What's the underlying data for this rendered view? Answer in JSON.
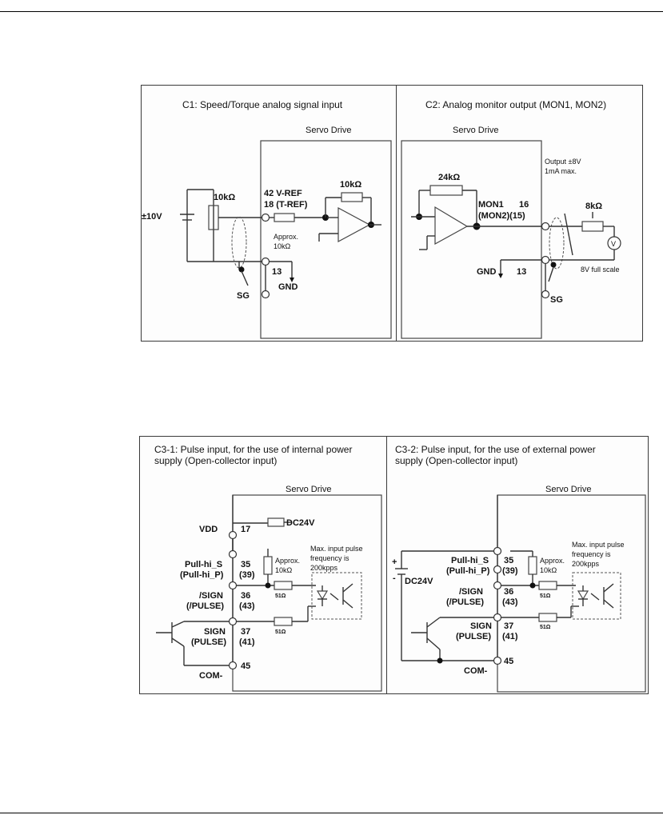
{
  "c1": {
    "title": "C1: Speed/Torque analog signal input",
    "drive": "Servo Drive",
    "supply": "±10V",
    "pot": "10kΩ",
    "pin_vref": "42 V-REF",
    "pin_tref": "18 (T-REF)",
    "feedback_res": "10kΩ",
    "approx": "Approx.",
    "approx_val": "10kΩ",
    "pin_gnd": "13",
    "gnd": "GND",
    "sg": "SG"
  },
  "c2": {
    "title": "C2: Analog monitor output (MON1, MON2)",
    "drive": "Servo Drive",
    "output": "Output ±8V",
    "output_max": "1mA max.",
    "feedback_res": "24kΩ",
    "mon1": "MON1",
    "mon1_pin": "16",
    "mon2": "(MON2)(15)",
    "load_res": "8kΩ",
    "meter": "V",
    "full_scale": "8V full scale",
    "gnd": "GND",
    "gnd_pin": "13",
    "sg": "SG"
  },
  "c31": {
    "title": "C3-1: Pulse input, for the use of internal power\n      supply (Open-collector input)",
    "drive": "Servo Drive",
    "dc": "DC24V",
    "vdd": "VDD",
    "pin17": "17",
    "pullhi_s": "Pull-hi_S",
    "pullhi_p": "(Pull-hi_P)",
    "pin35": "35",
    "pin39": "(39)",
    "approx": "Approx.",
    "approx_val": "10kΩ",
    "max1": "Max. input pulse",
    "max2": "frequency is",
    "max3": "200kpps",
    "sign_bar": "/SIGN",
    "pulse_bar": "(/PULSE)",
    "pin36": "36",
    "pin43": "(43)",
    "r1": "51Ω",
    "sign": "SIGN",
    "pulse": "(PULSE)",
    "pin37": "37",
    "pin41": "(41)",
    "r2": "51Ω",
    "com": "COM-",
    "pin45": "45"
  },
  "c32": {
    "title": "C3-2: Pulse input, for the use of external power\n      supply (Open-collector input)",
    "drive": "Servo Drive",
    "dc": "DC24V",
    "plus": "+",
    "minus": "-",
    "pullhi_s": "Pull-hi_S",
    "pullhi_p": "(Pull-hi_P)",
    "pin35": "35",
    "pin39": "(39)",
    "approx": "Approx.",
    "approx_val": "10kΩ",
    "max1": "Max. input pulse",
    "max2": "frequency is",
    "max3": "200kpps",
    "sign_bar": "/SIGN",
    "pulse_bar": "(/PULSE)",
    "pin36": "36",
    "pin43": "(43)",
    "r1": "51Ω",
    "sign": "SIGN",
    "pulse": "(PULSE)",
    "pin37": "37",
    "pin41": "(41)",
    "r2": "51Ω",
    "com": "COM-",
    "pin45": "45"
  }
}
